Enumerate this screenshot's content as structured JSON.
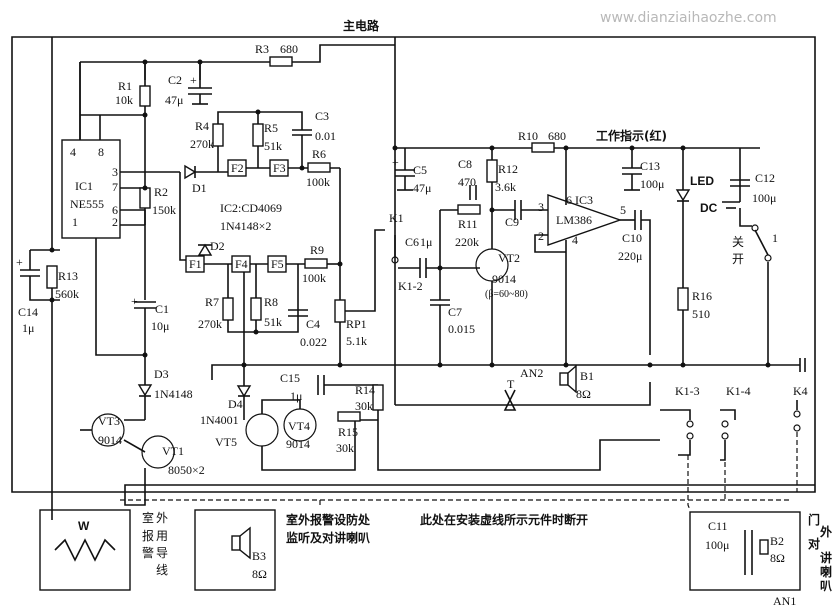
{
  "watermark": "www.dianziaihaozhe.com",
  "main_circuit_label": "主电路",
  "work_indicator_label": "工作指示(红)",
  "outdoor_alarm_wire_label": [
    "室",
    "外",
    "报",
    "警",
    "用",
    "导",
    "线"
  ],
  "speaker_label": [
    "室外报警设防处",
    "监听及对讲喇叭"
  ],
  "cut_note": "此处在安装虚线所示元件时断开",
  "door_speaker_label": [
    "门",
    "外",
    "对",
    "讲",
    "喇",
    "叭"
  ],
  "components": {
    "ic1": {
      "name": "IC1",
      "type": "NE555",
      "pins": [
        "4",
        "8",
        "3",
        "7",
        "6",
        "1",
        "2"
      ]
    },
    "ic2": {
      "name": "IC2:CD4069",
      "diodes": "1N4148×2"
    },
    "ic3": {
      "name": "6 IC3",
      "type": "LM386",
      "pins": [
        "3",
        "2",
        "4",
        "5"
      ]
    },
    "R1": {
      "name": "R1",
      "value": "10k"
    },
    "R2": {
      "name": "R2",
      "value": "150k"
    },
    "R3": {
      "name": "R3",
      "value": "680"
    },
    "R4": {
      "name": "R4",
      "value": "270k"
    },
    "R5": {
      "name": "R5",
      "value": "51k"
    },
    "R6": {
      "name": "R6",
      "value": "100k"
    },
    "R7": {
      "name": "R7",
      "value": "270k"
    },
    "R8": {
      "name": "R8",
      "value": "51k"
    },
    "R9": {
      "name": "R9",
      "value": "100k"
    },
    "R10": {
      "name": "R10",
      "value": "680"
    },
    "R11": {
      "name": "R11",
      "value": "220k"
    },
    "R12": {
      "name": "R12",
      "value": "3.6k"
    },
    "R13": {
      "name": "R13",
      "value": "560k"
    },
    "R14": {
      "name": "R14",
      "value": "30k"
    },
    "R15": {
      "name": "R15",
      "value": "30k"
    },
    "R16": {
      "name": "R16",
      "value": "510"
    },
    "RP1": {
      "name": "RP1",
      "value": "5.1k"
    },
    "C1": {
      "name": "C1",
      "value": "10μ"
    },
    "C2": {
      "name": "C2",
      "value": "47μ"
    },
    "C3": {
      "name": "C3",
      "value": "0.01"
    },
    "C4": {
      "name": "C4",
      "value": "0.022"
    },
    "C5": {
      "name": "C5",
      "value": "47μ"
    },
    "C6": {
      "name": "C6",
      "value": "1μ"
    },
    "C7": {
      "name": "C7",
      "value": "0.015"
    },
    "C8": {
      "name": "C8",
      "value": "470"
    },
    "C9": {
      "name": "C9"
    },
    "C10": {
      "name": "C10",
      "value": "220μ"
    },
    "C11": {
      "name": "C11",
      "value": "100μ"
    },
    "C12": {
      "name": "C12",
      "value": "100μ"
    },
    "C13": {
      "name": "C13",
      "value": "100μ"
    },
    "C14": {
      "name": "C14",
      "value": "1μ"
    },
    "C15": {
      "name": "C15",
      "value": "1μ"
    },
    "D1": "D1",
    "D2": "D2",
    "D3": {
      "name": "D3",
      "value": "1N4148"
    },
    "D4": {
      "name": "D4",
      "value": "1N4001"
    },
    "VT1": {
      "name": "VT1",
      "value": "8050×2"
    },
    "VT2": {
      "name": "VT2",
      "value": "9014",
      "beta": "(β=60~80)"
    },
    "VT3": {
      "name": "VT3",
      "value": "9014"
    },
    "VT4": {
      "name": "VT4",
      "value": "9014"
    },
    "VT5": "VT5",
    "F1": "F1",
    "F2": "F2",
    "F3": "F3",
    "F4": "F4",
    "F5": "F5",
    "K1": "K1",
    "K1_2": "K1-2",
    "K1_3": "K1-3",
    "K1_4": "K1-4",
    "K4": "K4",
    "AN1": "AN1",
    "AN2": "AN2",
    "B1": {
      "name": "B1",
      "value": "8Ω"
    },
    "B2": {
      "name": "B2",
      "value": "8Ω"
    },
    "B3": {
      "name": "B3",
      "value": "8Ω"
    },
    "T": "T",
    "W": "W",
    "LED": "LED",
    "DC": "DC",
    "switch_off": "关",
    "switch_on": "开",
    "switch_num": "1"
  }
}
